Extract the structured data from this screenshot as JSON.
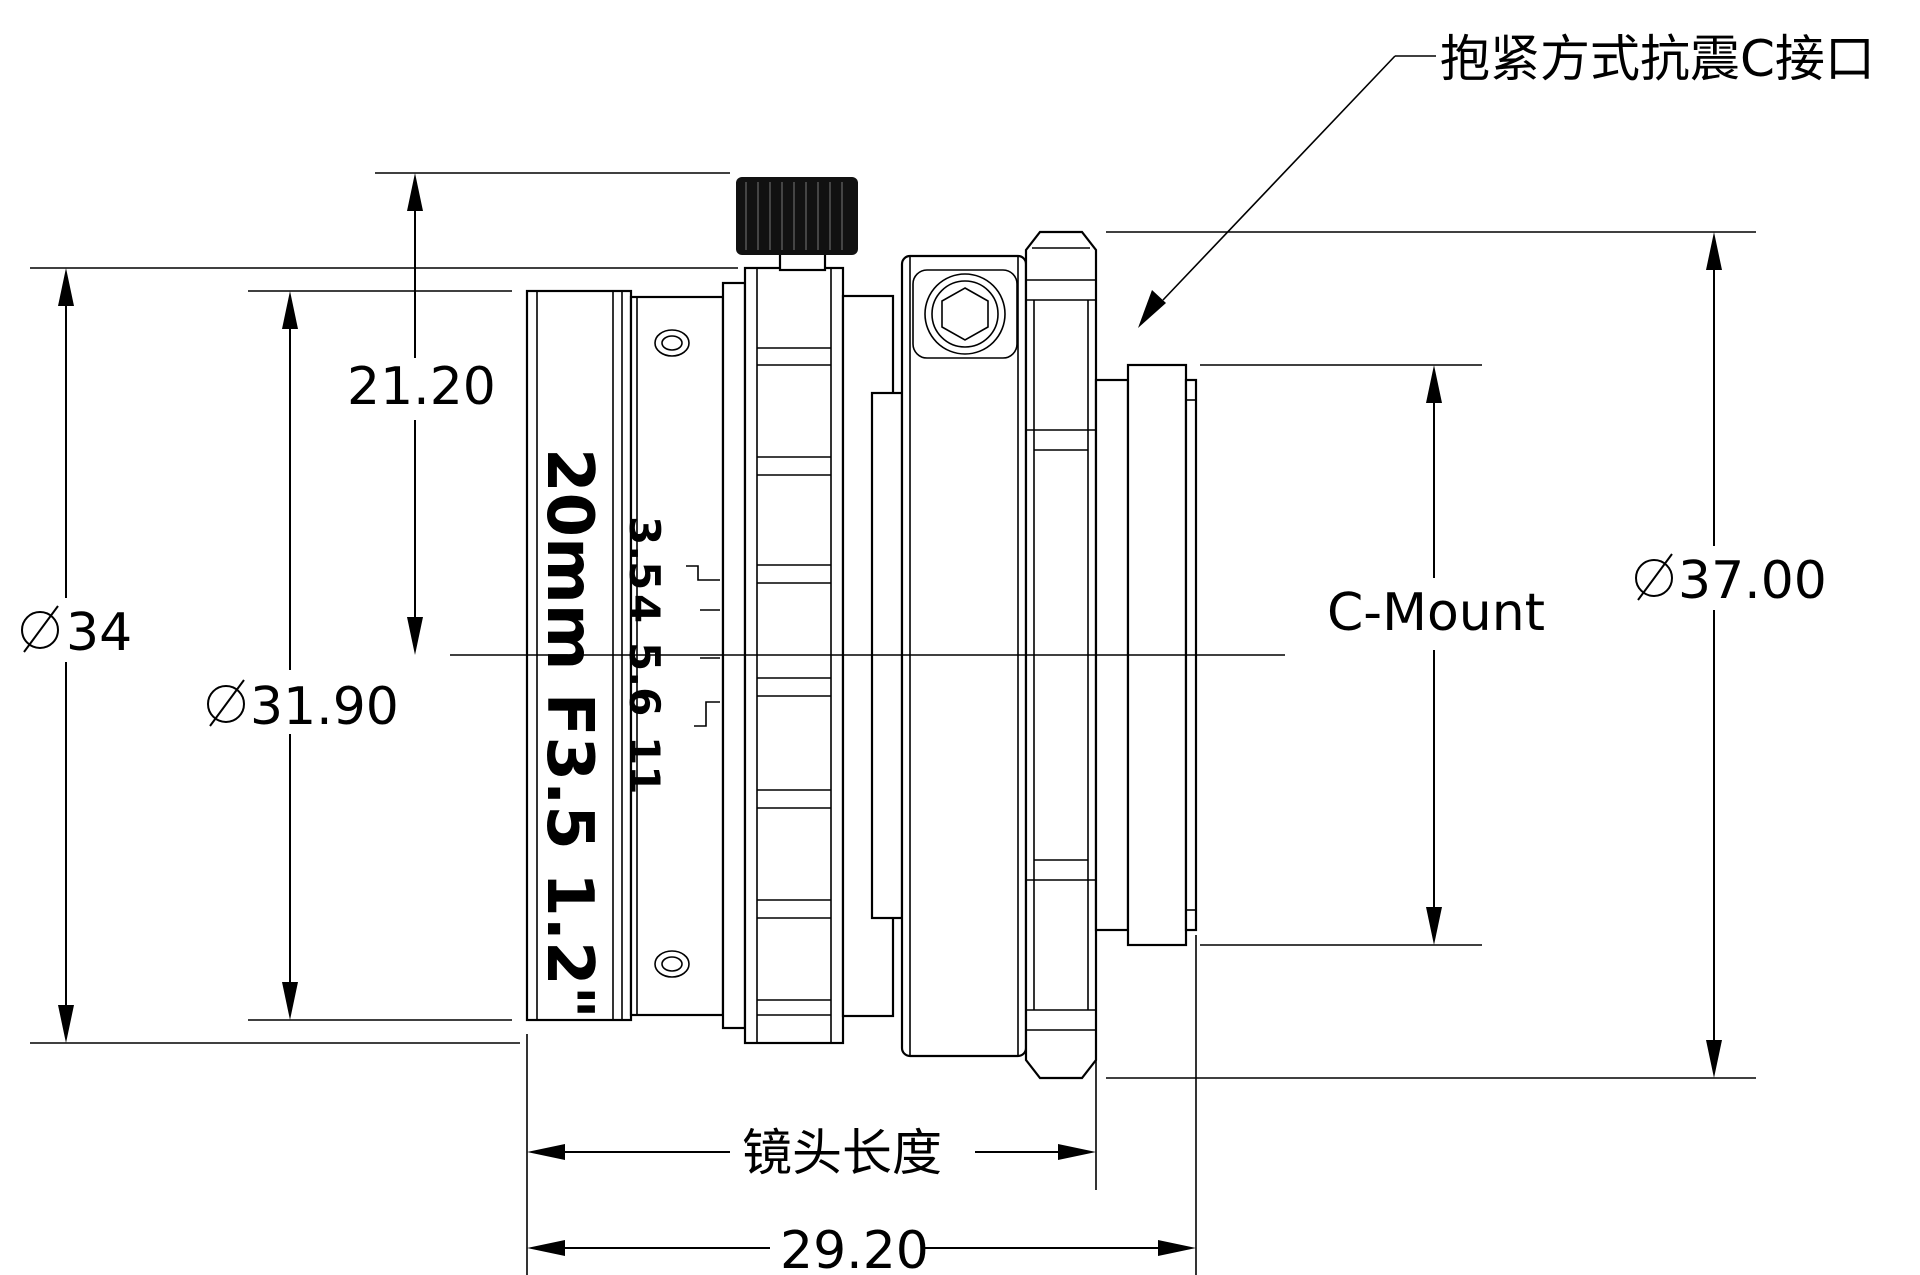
{
  "callout": {
    "mount_type": "抱紧方式抗震C接口"
  },
  "dimensions": {
    "d34": "34",
    "d31_90": "31.90",
    "h21_20": "21.20",
    "d37_00": "37.00",
    "length_label": "镜头长度",
    "length_29_20": "29.20",
    "mount_label": "C-Mount"
  },
  "lens_markings": {
    "spec": "20mm F3.5 1.2\"",
    "aperture_scale": [
      "3.5",
      "4",
      "5.6",
      "11"
    ]
  },
  "symbols": {
    "diameter": "diameter-symbol"
  }
}
